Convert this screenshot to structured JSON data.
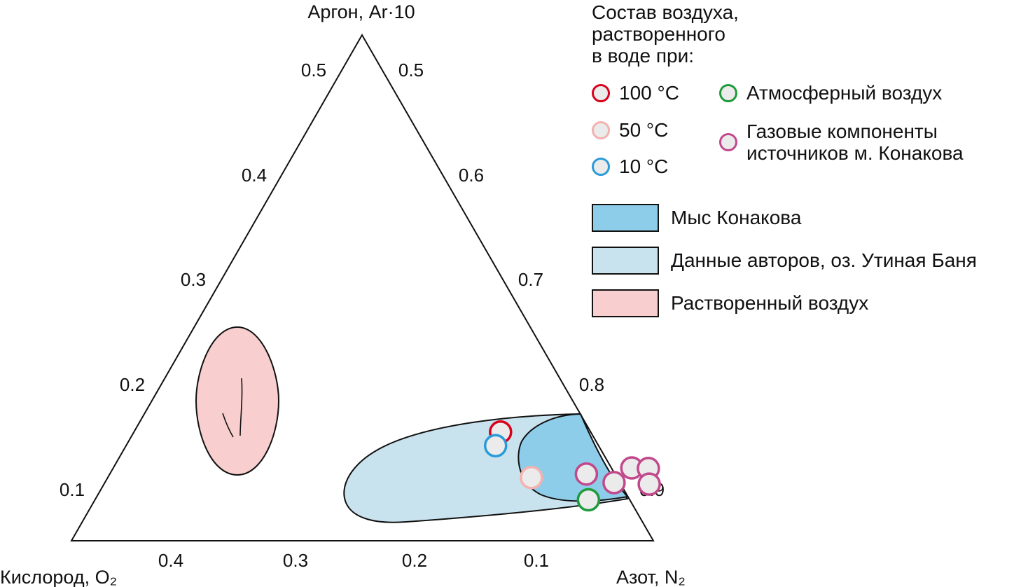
{
  "colors": {
    "marker_fill": "#ebebeb",
    "boil_100": "#d9001b",
    "boil_50": "#f4b1b0",
    "boil_10": "#2a9bd9",
    "atmosphere": "#1f9a3a",
    "sources": "#c2488c",
    "region_cape": "#8ecde9",
    "region_authors": "#c9e3ee",
    "region_dissolved": "#f8cece",
    "line": "#111111"
  },
  "chart_data": {
    "type": "ternary-scatter",
    "axes": {
      "top": {
        "label": "Аргон, Ar·10",
        "ticks": [
          "0.5",
          "0.4",
          "0.3",
          "0.2",
          "0.1"
        ]
      },
      "right": {
        "label": "Азот, N₂",
        "ticks": [
          "0.5",
          "0.6",
          "0.7",
          "0.8",
          "0.9"
        ]
      },
      "bottom": {
        "label": "Кислород, O₂",
        "ticks": [
          "0.4",
          "0.3",
          "0.2",
          "0.1"
        ]
      }
    },
    "legend": {
      "title": "Состав воздуха,\nрастворенного\nв воде при:",
      "markers": [
        {
          "key": "boil_100",
          "label": "100 °C"
        },
        {
          "key": "boil_50",
          "label": "50 °C"
        },
        {
          "key": "boil_10",
          "label": "10 °C"
        },
        {
          "key": "atmosphere",
          "label": "Атмосферный воздух"
        },
        {
          "key": "sources",
          "label": "Газовые компоненты\nисточников м. Конакова"
        }
      ],
      "regions": [
        {
          "key": "region_cape",
          "label": "Мыс Конакова"
        },
        {
          "key": "region_authors",
          "label": "Данные авторов, оз. Утиная Баня"
        },
        {
          "key": "region_dissolved",
          "label": "Растворенный воздух"
        }
      ]
    },
    "points": [
      {
        "series": "boil_100",
        "n2": 0.63,
        "ar10": 0.215
      },
      {
        "series": "boil_10",
        "n2": 0.635,
        "ar10": 0.188
      },
      {
        "series": "boil_50",
        "n2": 0.728,
        "ar10": 0.125
      },
      {
        "series": "atmosphere",
        "n2": 0.848,
        "ar10": 0.081
      },
      {
        "series": "sources",
        "n2": 0.819,
        "ar10": 0.132
      },
      {
        "series": "sources",
        "n2": 0.875,
        "ar10": 0.115
      },
      {
        "series": "sources",
        "n2": 0.891,
        "ar10": 0.144
      },
      {
        "series": "sources",
        "n2": 0.92,
        "ar10": 0.143
      },
      {
        "series": "sources",
        "n2": 0.937,
        "ar10": 0.112
      }
    ]
  }
}
